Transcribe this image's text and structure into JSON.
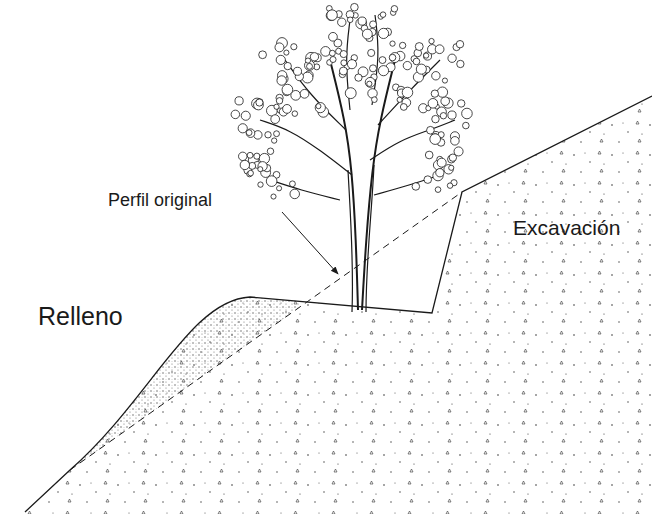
{
  "diagram": {
    "labels": [
      "Perfil original",
      "Relleno",
      "Excavación"
    ]
  }
}
